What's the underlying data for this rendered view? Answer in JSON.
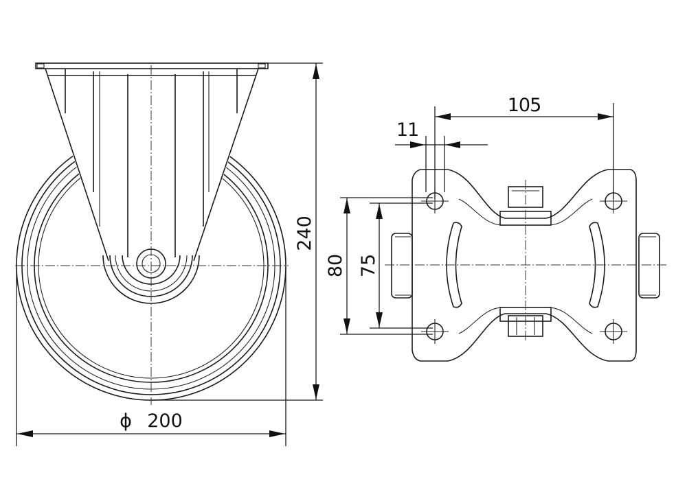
{
  "drawing": {
    "type": "technical-drawing",
    "subject": "fixed castor wheel",
    "views": [
      {
        "name": "side-view",
        "description": "Fixed castor with wheel and top plate"
      },
      {
        "name": "top-plate-view",
        "description": "Mounting plate with four bolt holes and two slots"
      }
    ],
    "line_color": "#1a1a1a",
    "background": "#ffffff"
  },
  "dimensions": {
    "wheel_diameter": {
      "symbol": "ϕ",
      "value": "200"
    },
    "overall_height": {
      "value": "240"
    },
    "hole_spacing_outer": {
      "value": "80"
    },
    "hole_spacing_inner": {
      "value": "75"
    },
    "hole_pitch_horizontal": {
      "value": "105"
    },
    "bolt_hole_diameter": {
      "value": "11"
    }
  }
}
